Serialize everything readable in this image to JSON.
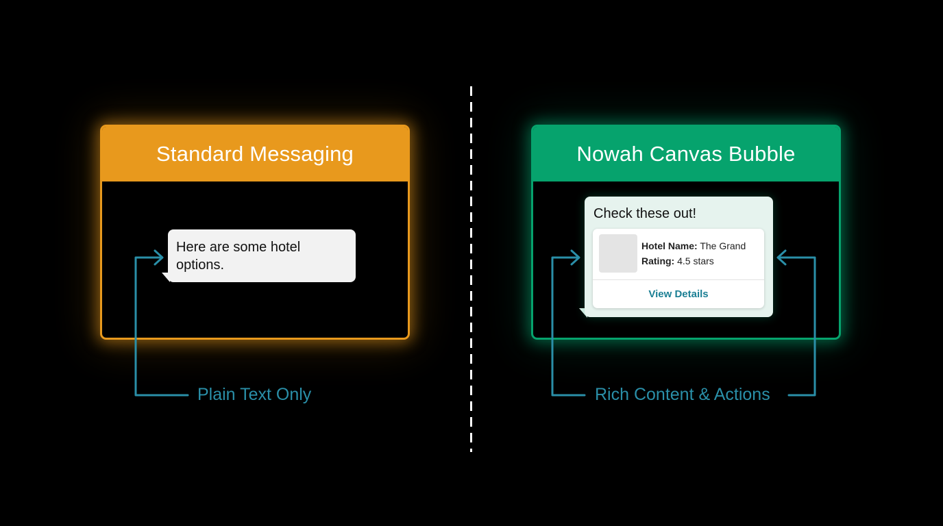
{
  "left_panel": {
    "title": "Standard Messaging",
    "bubble_text": "Here are some hotel options.",
    "annotation": "Plain Text Only",
    "accent_color": "#e8991d"
  },
  "right_panel": {
    "title": "Nowah Canvas Bubble",
    "bubble_title": "Check these out!",
    "card": {
      "name_label": "Hotel Name:",
      "name_value": "The Grand",
      "rating_label": "Rating:",
      "rating_value": "4.5 stars",
      "action_label": "View Details"
    },
    "annotation": "Rich Content & Actions",
    "accent_color": "#06a36d"
  },
  "annotation_color": "#2a8fa8",
  "icons": [
    "arrow-right-icon",
    "arrow-left-icon",
    "image-placeholder-icon"
  ]
}
